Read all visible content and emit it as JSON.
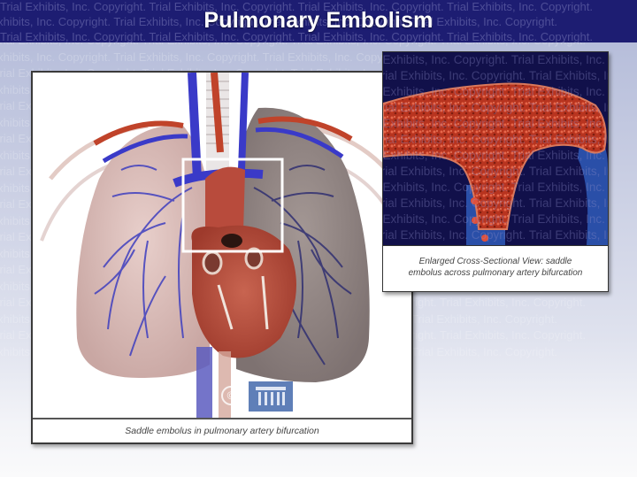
{
  "header": {
    "title": "Pulmonary Embolism",
    "background_color": "#1d1d72"
  },
  "watermark": {
    "text": "Trial Exhibits, Inc. Copyright. Trial Exhibits, Inc. Copyright. Trial Exhibits, Inc. Copyright. Trial Exhibits, Inc. Copyright."
  },
  "main_figure": {
    "illustration": "lungs-heart-anatomy",
    "highlight_box": "pulmonary-artery-bifurcation",
    "caption": "Saddle embolus in pulmonary artery bifurcation",
    "logo_icon": "trial-exhibits-columns-logo",
    "copyright_symbol": "©"
  },
  "inset_figure": {
    "illustration": "cross-section-saddle-embolus",
    "caption_line1": "Enlarged Cross-Sectional View: saddle",
    "caption_line2": "embolus across pulmonary artery bifurcation"
  },
  "colors": {
    "artery_red": "#c0432a",
    "vein_blue": "#3a3ac8",
    "inset_bg": "#11104a",
    "lung_left": "#d9b8b4",
    "lung_right": "#8d8181"
  }
}
